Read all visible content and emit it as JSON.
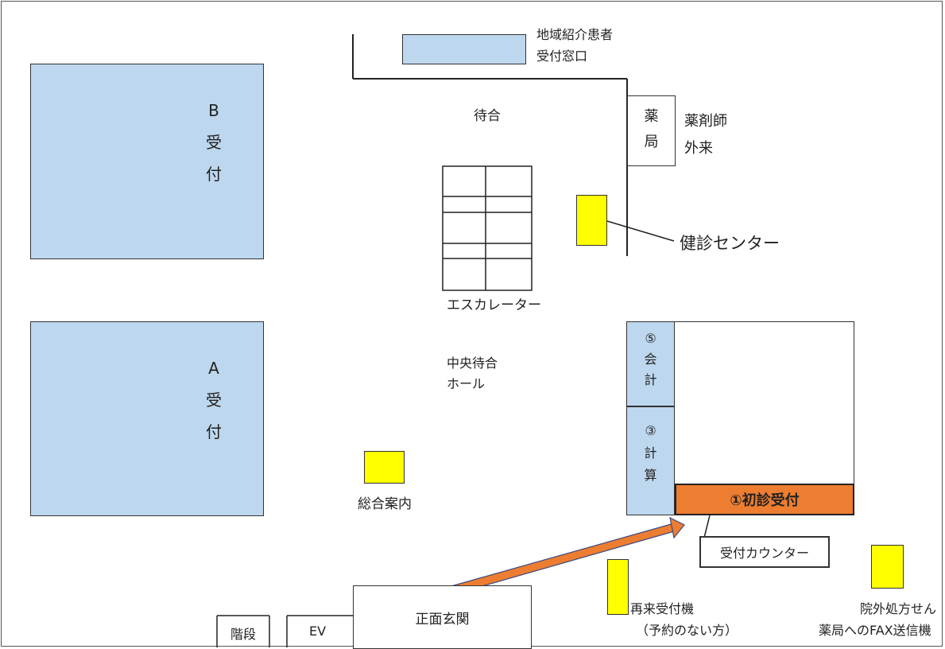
{
  "referral_desk": {
    "line1": "地域紹介患者",
    "line2": "受付窓口"
  },
  "waiting_area": "待合",
  "pharmacy": {
    "box_chars": [
      "薬",
      "局"
    ],
    "note_line1": "薬剤師",
    "note_line2": "外来"
  },
  "health_center": "健診センター",
  "escalator": "エスカレーター",
  "reception_b": {
    "chars": [
      "B",
      "受",
      "付"
    ]
  },
  "reception_a": {
    "chars": [
      "A",
      "受",
      "付"
    ]
  },
  "central_hall": {
    "line1": "中央待合",
    "line2": "ホール"
  },
  "info_desk": "総合案内",
  "cashier": {
    "chars": [
      "⑤",
      "会",
      "計"
    ]
  },
  "billing": {
    "chars": [
      "③",
      "計",
      "算"
    ]
  },
  "first_visit_reception": "①初診受付",
  "reception_counter": "受付カウンター",
  "revisit_machine": {
    "line1": "再来受付機",
    "line2": "（予約のない方）"
  },
  "outside_prescription": {
    "line1": "院外処方せん",
    "line2": "薬局へのFAX送信機"
  },
  "main_entrance": "正面玄関",
  "stairs": "階段",
  "elevator": "EV",
  "colors": {
    "reception": "#bdd7ee",
    "kiosk": "#ffff00",
    "first_visit": "#ed7d31",
    "arrow": "#ed7d31"
  }
}
